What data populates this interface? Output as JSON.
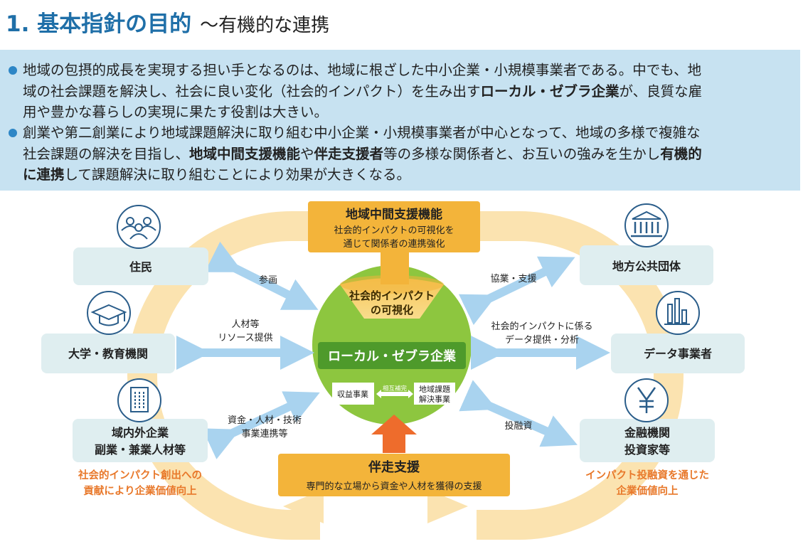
{
  "title": {
    "main": "1. 基本指針の目的",
    "sub": "～有機的な連携"
  },
  "intro": {
    "b1_l1": "地域の包摂的成長を実現する担い手となるのは、地域に根ざした中小企業・小規模事業者である。中でも、地",
    "b1_l2a": "域の社会課題を解決し、社会に良い変化（社会的インパクト）を生み出す",
    "b1_l2b": "ローカル・ゼブラ企業",
    "b1_l2c": "が、良質な雇",
    "b1_l3": "用や豊かな暮らしの実現に果たす役割は大きい。",
    "b2_l1": "創業や第二創業により地域課題解決に取り組む中小企業・小規模事業者が中心となって、地域の多様で複雑な",
    "b2_l2a": "社会課題の解決を目指し、",
    "b2_l2b": "地域中間支援機能",
    "b2_l2c": "や",
    "b2_l2d": "伴走支援者",
    "b2_l2e": "等の多様な関係者と、お互いの強みを生かし",
    "b2_l2f": "有機的",
    "b2_l3a": "に連携",
    "b2_l3b": "して課題解決に取り組むことにより効果が大きくなる。"
  },
  "diagram": {
    "top_box": {
      "title": "地域中間支援機能",
      "line1": "社会的インパクトの可視化を",
      "line2": "通じて関係者の連携強化"
    },
    "bottom_box": {
      "title": "伴走支援",
      "line1": "専門的な立場から資金や人材を獲得の支援"
    },
    "center": {
      "funnel_line1": "社会的インパクト",
      "funnel_line2": "の可視化",
      "banner": "ローカル・ゼブラ企業",
      "left_box": "収益事業",
      "mutual": "相互補完",
      "right_box_l1": "地域課題",
      "right_box_l2": "解決事業"
    },
    "actors": {
      "residents": "住民",
      "university": "大学・教育機関",
      "companies_l1": "域内外企業",
      "companies_l2": "副業・兼業人材等",
      "local_gov": "地方公共団体",
      "data_biz": "データ事業者",
      "finance_l1": "金融機関",
      "finance_l2": "投資家等"
    },
    "arrow_labels": {
      "sankaku": "参画",
      "jinzai_l1": "人材等",
      "jinzai_l2": "リソース提供",
      "shikin_l1": "資金・人材・技術",
      "shikin_l2": "事業連携等",
      "kyogyo": "協業・支援",
      "data_l1": "社会的インパクトに係る",
      "data_l2": "データ提供・分析",
      "toyushi": "投融資"
    },
    "notes": {
      "left_l1": "社会的インパクト創出への",
      "left_l2": "貢献により企業価値向上",
      "right_l1": "インパクト投融資を通じた",
      "right_l2": "企業価値向上"
    },
    "icons": [
      "people-icon",
      "graduation-cap-icon",
      "building-icon",
      "government-building-icon",
      "bar-chart-icon",
      "yen-icon"
    ],
    "colors": {
      "accent_blue": "#1f6fa8",
      "ring": "#fbe3b0",
      "actor_box": "#dfeef0",
      "arrow_blue": "#a9d3ef",
      "green_circle": "#8dc63f",
      "gold_box": "#f3b43a",
      "orange_arrow": "#ee6c2c",
      "note_orange": "#e8782a"
    }
  }
}
